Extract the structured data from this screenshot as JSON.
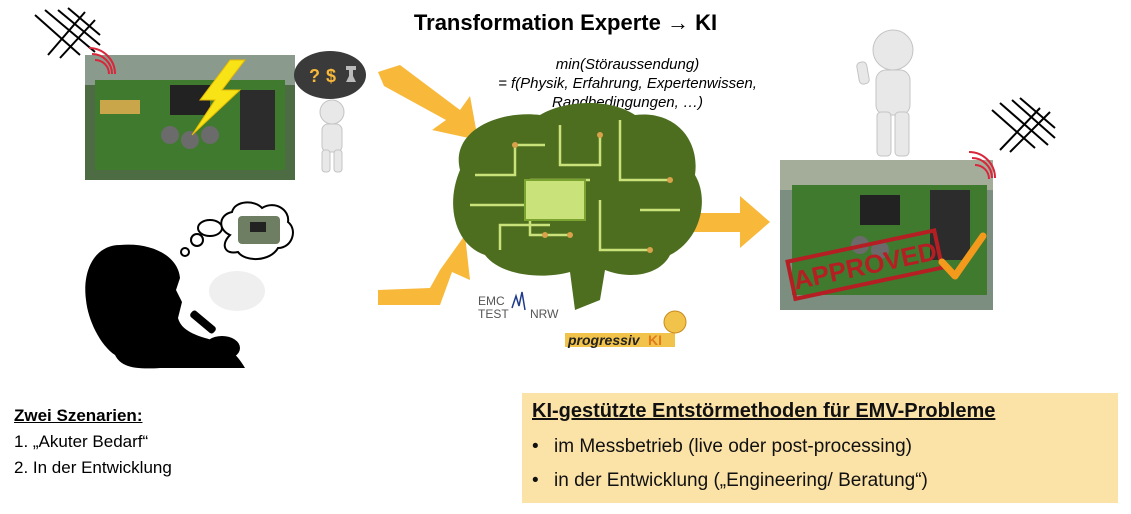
{
  "title": "Transformation Experte → KI",
  "formula": {
    "line1": "min(Störaussendung)",
    "line2": "= f(Physik, Erfahrung, Expertenwissen,",
    "line3": "Randbedingungen, …)"
  },
  "thought_symbols": {
    "q": "?",
    "dollar": "$"
  },
  "logos": {
    "emc_line1": "EMC",
    "emc_line2": "TEST",
    "emc_nrw": "NRW",
    "progressiv": "progressiv",
    "ki": "KI"
  },
  "stamp_text": "APPROVED",
  "scenarios": {
    "title": "Zwei Szenarien:",
    "items": [
      "1. „Akuter Bedarf“",
      "2. In der Entwicklung"
    ]
  },
  "ki_box": {
    "title": "KI-gestützte Entstörmethoden für EMV-Probleme",
    "bullet": "•",
    "items": [
      "im Messbetrieb (live oder post-processing)",
      "in der Entwicklung („Engineering/ Beratung“)"
    ]
  },
  "colors": {
    "arrow": "#f8b83a",
    "brain_dark": "#4e6e1f",
    "brain_light": "#c9e27a",
    "pcb_green": "#3f7a2f",
    "stamp_red": "#b51f24",
    "check_orange": "#f39a1c",
    "box_fill": "#fbe2a7"
  }
}
